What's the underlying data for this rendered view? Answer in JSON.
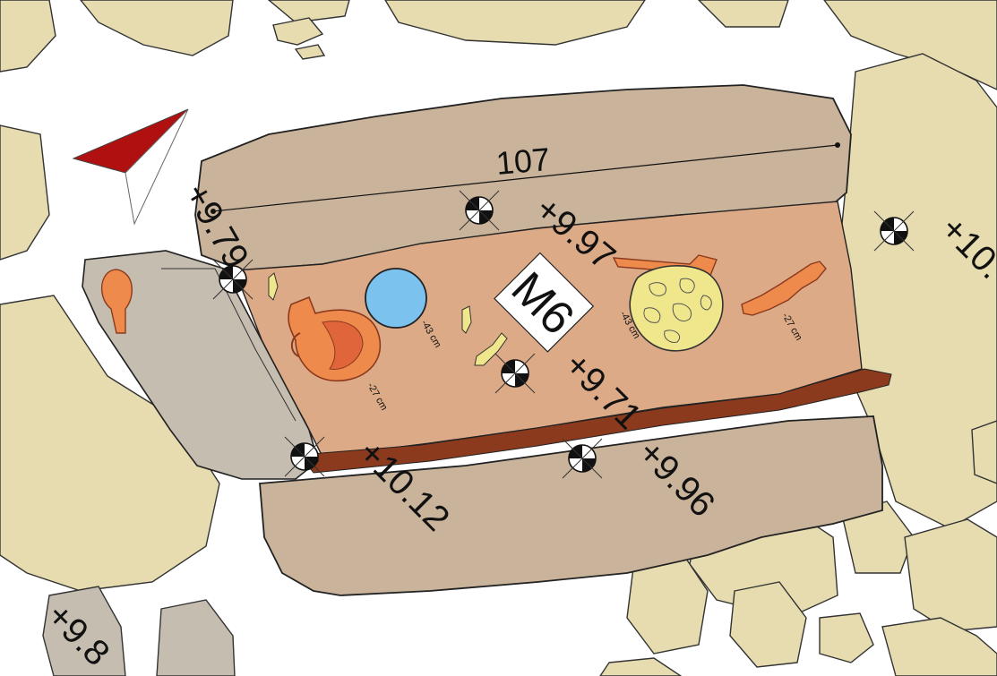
{
  "plan": {
    "tomb_label": "M6",
    "dimension_label": "107",
    "elevations": [
      "+9.79",
      "+9.97",
      "+9.71",
      "+9.96",
      "+10.12",
      "+10.",
      "+9.8"
    ],
    "depths": [
      "-43 cm",
      "-27 cm",
      "-43 cm",
      "-27 cm"
    ]
  },
  "colors": {
    "background": "#ffffff",
    "stone": "#e6dcb0",
    "slab": "#c9b39a",
    "pit_fill": "#dcaa86",
    "grey_slab": "#c4bdb0",
    "rim": "#8b3a1e",
    "north_arrow": "#b01010",
    "vessel_blue": "#7cc2ee",
    "vessel_orange": "#ee8a4c",
    "bone": "#f0e68c"
  },
  "icons": [
    "north-arrow-icon",
    "survey-point-icon"
  ]
}
